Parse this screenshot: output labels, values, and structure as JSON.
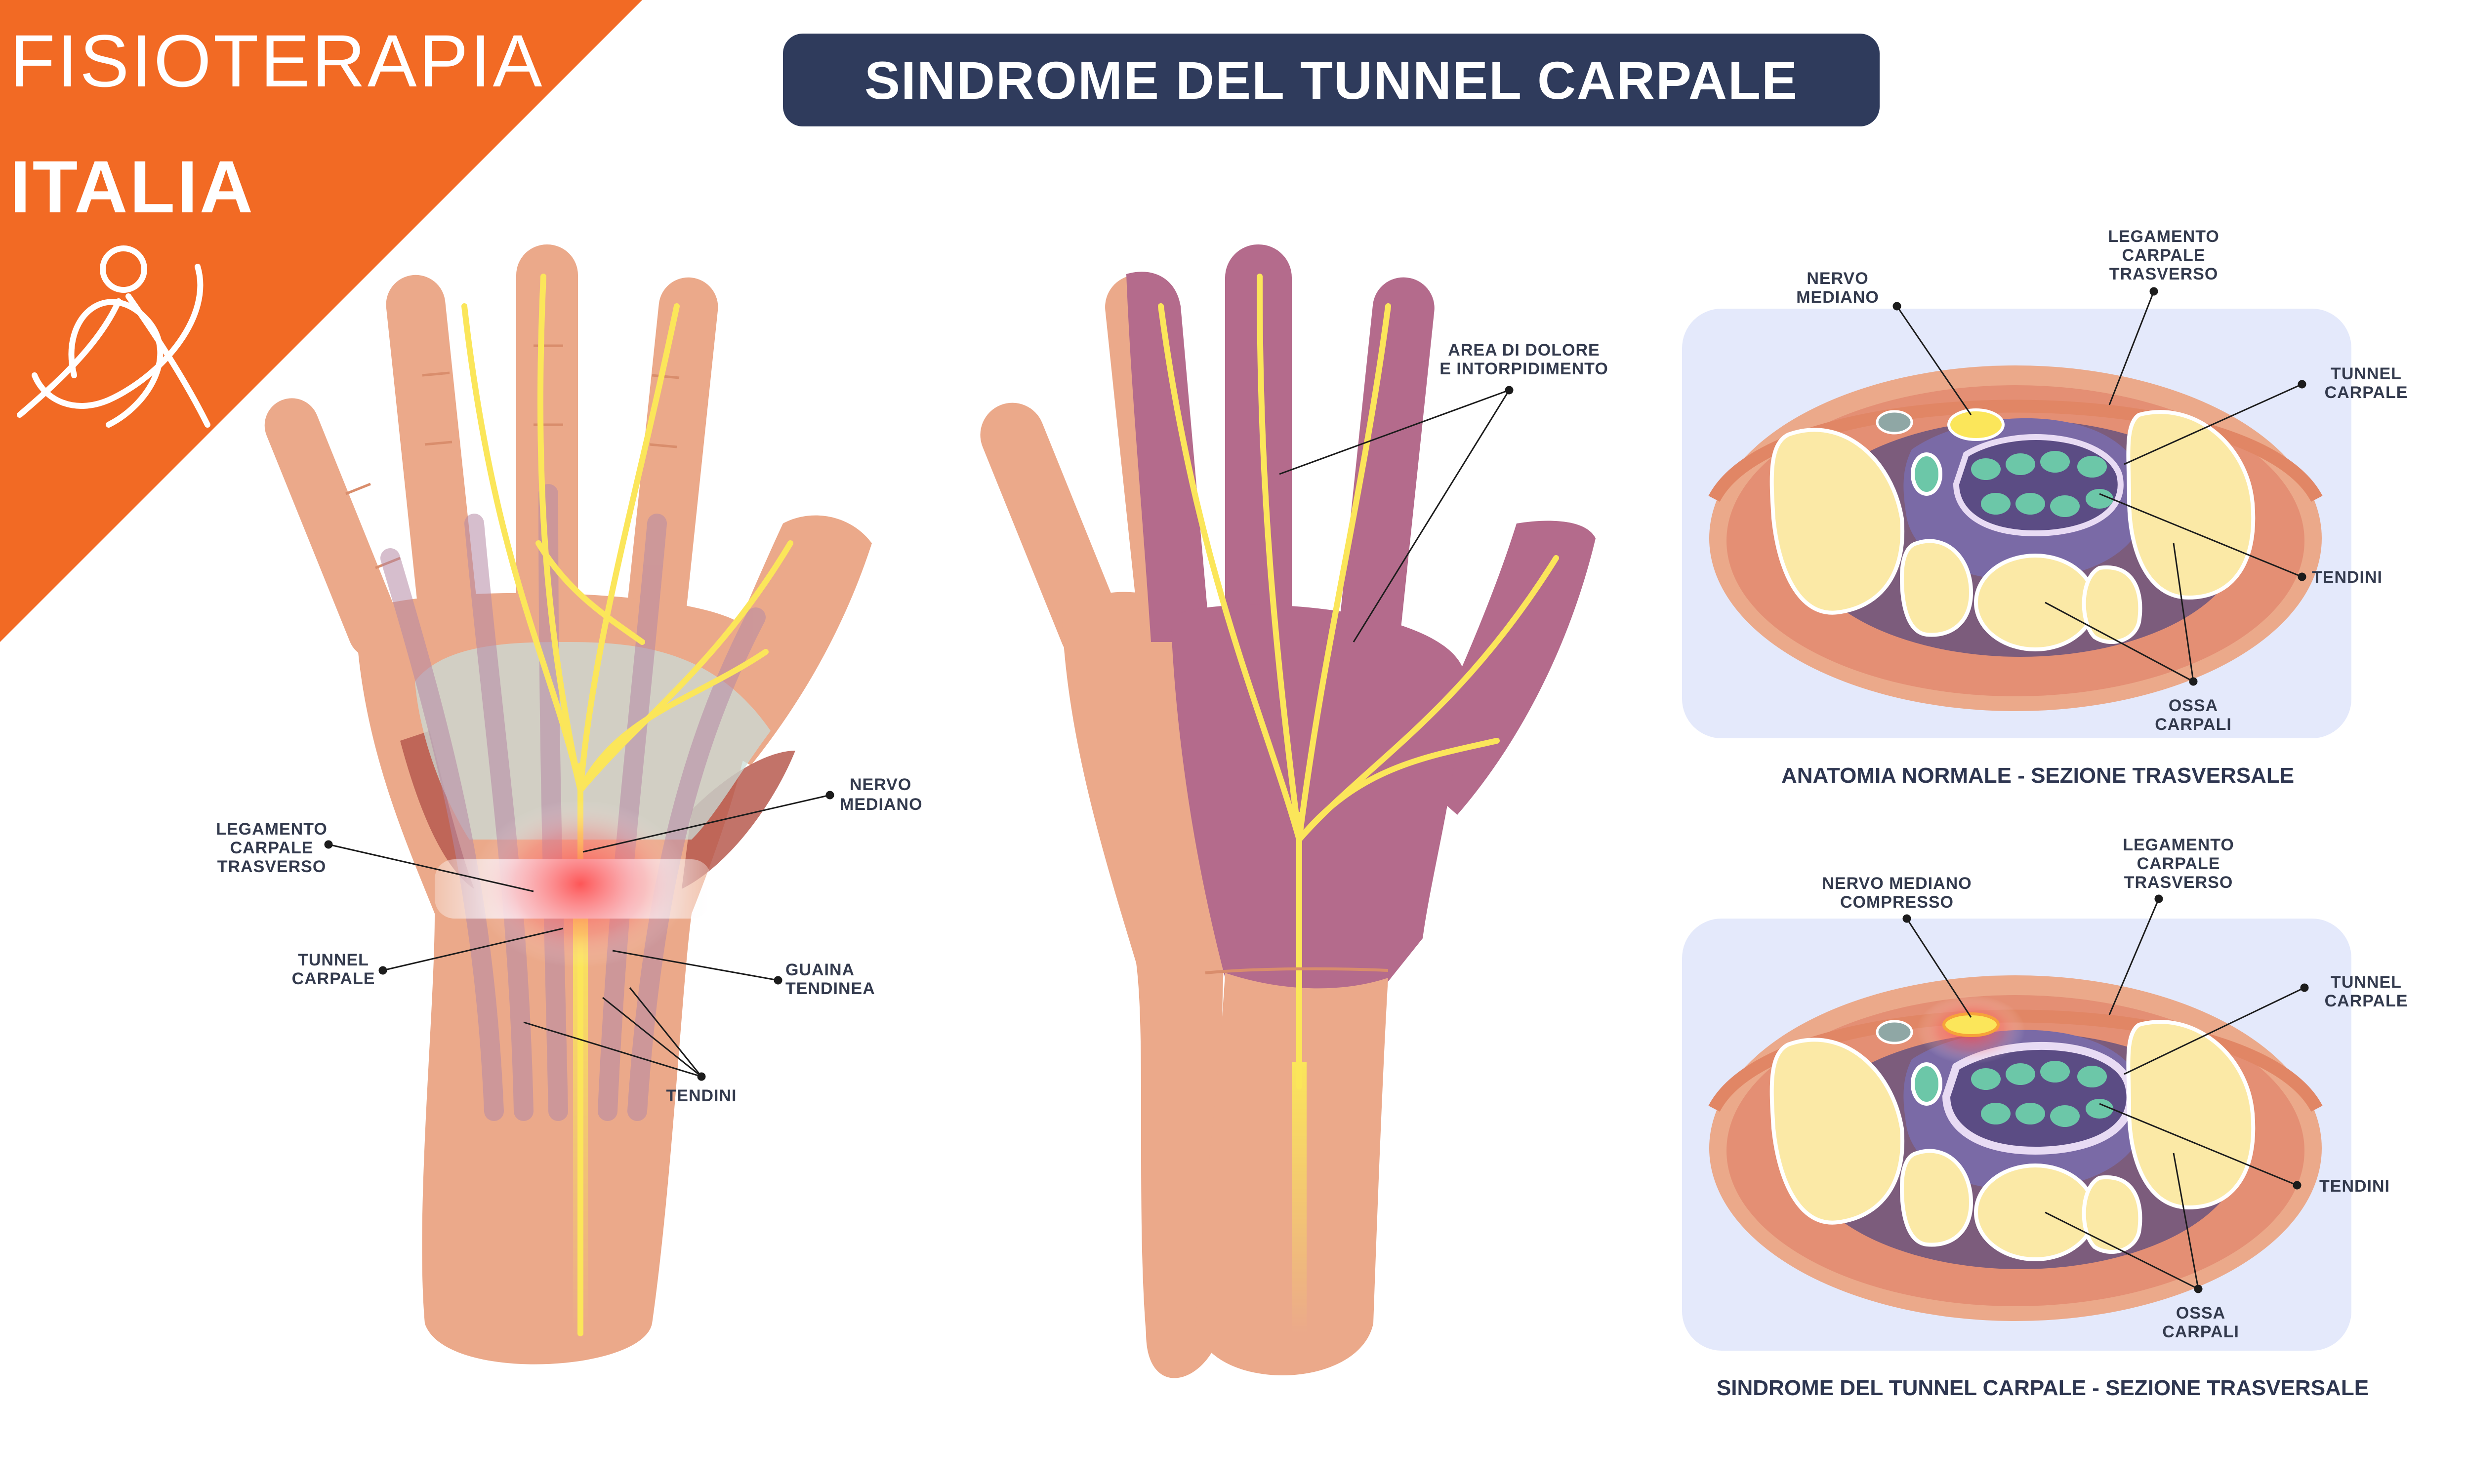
{
  "brand": {
    "line1": "FISIOTERAPIA",
    "line2": "ITALIA",
    "color": "#f26a24"
  },
  "title": "SINDROME DEL TUNNEL CARPALE",
  "left_hand_labels": {
    "nervo_mediano": [
      "NERVO",
      "MEDIANO"
    ],
    "legamento": [
      "LEGAMENTO",
      "CARPALE",
      "TRASVERSO"
    ],
    "tunnel": [
      "TUNNEL",
      "CARPALE"
    ],
    "guaina": [
      "GUAINA",
      "TENDINEA"
    ],
    "tendini": "TENDINI"
  },
  "middle_hand_labels": {
    "area": [
      "AREA DI DOLORE",
      "E INTORPIDIMENTO"
    ]
  },
  "section_normal": {
    "labels": {
      "nervo": [
        "NERVO",
        "MEDIANO"
      ],
      "legamento": [
        "LEGAMENTO",
        "CARPALE",
        "TRASVERSO"
      ],
      "tunnel": [
        "TUNNEL",
        "CARPALE"
      ],
      "tendini": "TENDINI",
      "ossa": [
        "OSSA",
        "CARPALI"
      ]
    },
    "caption": "ANATOMIA NORMALE - SEZIONE TRASVERSALE"
  },
  "section_syndrome": {
    "labels": {
      "nervo": [
        "NERVO  MEDIANO",
        "COMPRESSO"
      ],
      "legamento": [
        "LEGAMENTO",
        "CARPALE",
        "TRASVERSO"
      ],
      "tunnel": [
        "TUNNEL",
        "CARPALE"
      ],
      "tendini": "TENDINI",
      "ossa": [
        "OSSA",
        "CARPALI"
      ]
    },
    "caption": "SINDROME DEL TUNNEL CARPALE - SEZIONE TRASVERSALE"
  },
  "colors": {
    "skin": "#eba98a",
    "skin_dark": "#d98d6c",
    "nerve": "#fbe65a",
    "pain": "#b46b8c",
    "title_bg": "#2f3b5c",
    "panel_bg": "#e4e9fb",
    "bone": "#fbe9a6",
    "tendon": "#6cc7a8",
    "tunnel": "#7a6aa6"
  }
}
